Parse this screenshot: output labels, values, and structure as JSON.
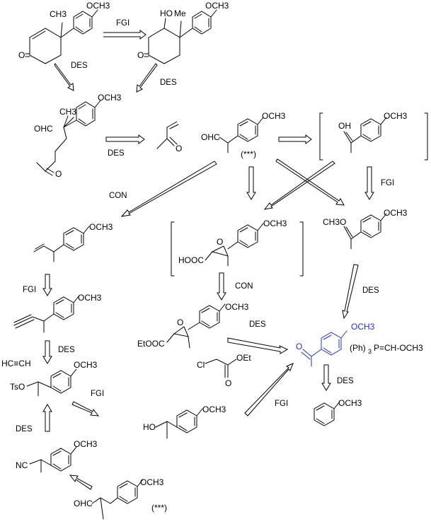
{
  "operations": {
    "fgi": "FGI",
    "des": "DES",
    "con": "CON"
  },
  "labels": {
    "ocH3": "OCH3",
    "o": "O",
    "me": "Me",
    "ch3": "CH3",
    "ho": "HO",
    "ohc": "OHC",
    "oh": "OH",
    "ch3o": "CH3O",
    "hooc": "HOOC",
    "etooc": "EtOOC",
    "cl": "Cl",
    "oet": "OEt",
    "hcch": "HC≡CH",
    "tso": "TsO",
    "nc": "NC",
    "ylide_ph": "(Ph)",
    "ylide_sub": "3",
    "ylide_rest": "P=CH-OCH3",
    "marker": "(***)"
  },
  "colors": {
    "ink": "#000000",
    "target": "#2233bb"
  }
}
